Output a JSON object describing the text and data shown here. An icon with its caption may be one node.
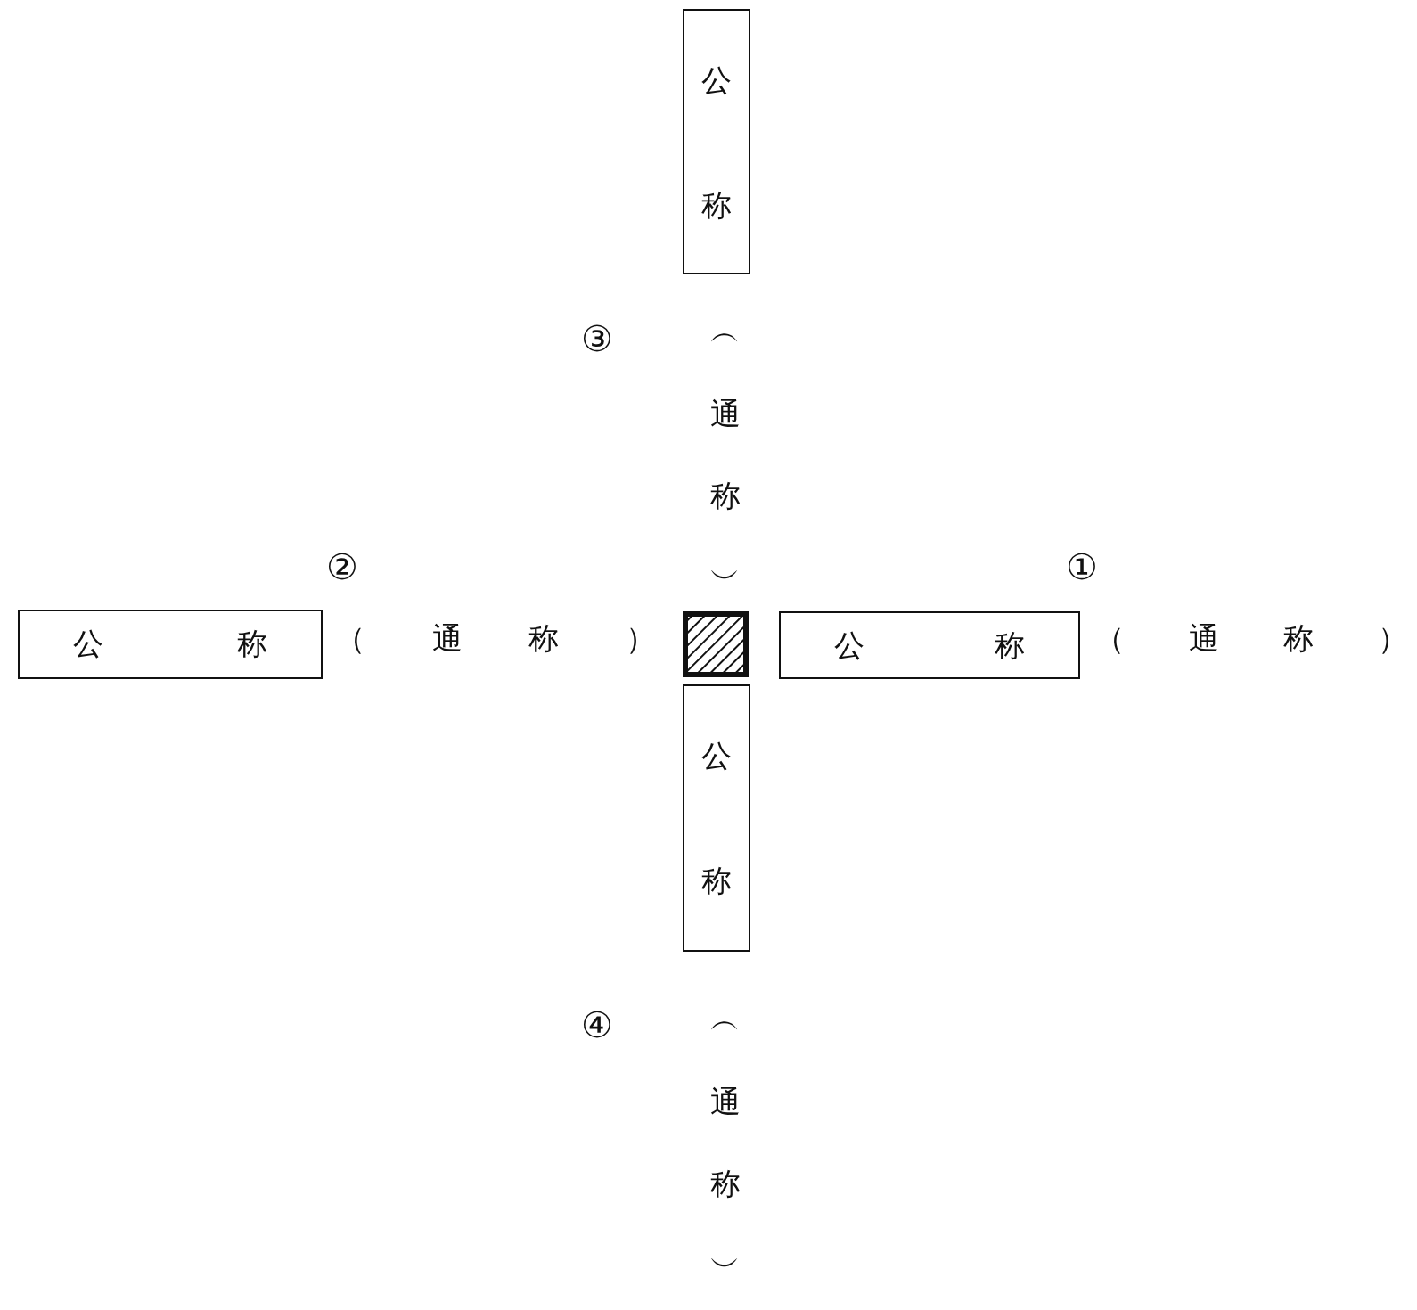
{
  "diagram": {
    "nodes": [
      {
        "text": [
          "公称"
        ]
      },
      {
        "text": [
          "公称"
        ]
      },
      {
        "text": [],
        "shape": "box"
      },
      {
        "text": [
          "公称"
        ]
      },
      {
        "text": [
          "公称"
        ]
      }
    ],
    "labels": [
      "③",
      "︵通称︶",
      "②",
      "①",
      "（通称）",
      "（通称）",
      "④",
      "︵通称︶"
    ]
  }
}
